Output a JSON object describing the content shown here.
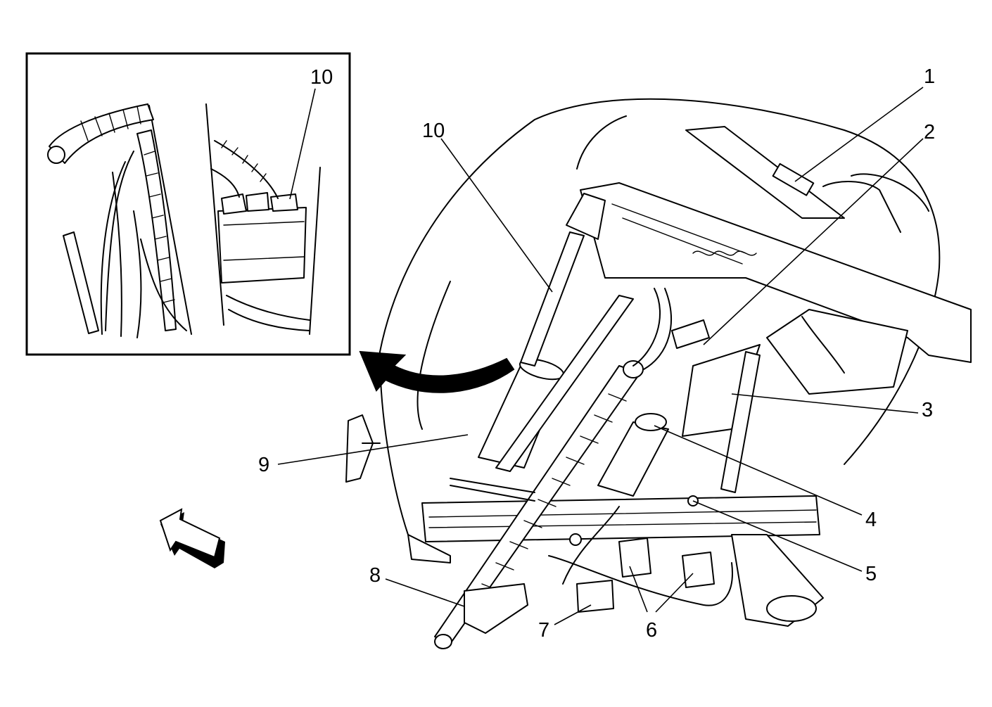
{
  "callouts": {
    "c1": "1",
    "c2": "2",
    "c3": "3",
    "c4": "4",
    "c5": "5",
    "c6": "6",
    "c7": "7",
    "c8": "8",
    "c9": "9",
    "c10": "10",
    "c10_inset": "10"
  },
  "colors": {
    "line": "#000000",
    "background": "#ffffff"
  }
}
